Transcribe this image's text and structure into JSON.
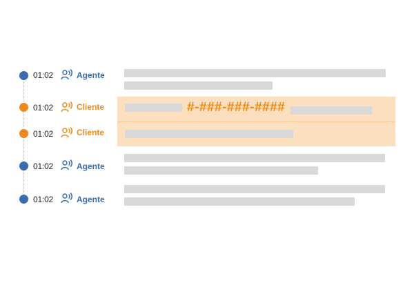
{
  "colors": {
    "agent": "#3a6bb0",
    "client": "#ec8a1e",
    "highlight": "#fbdfbe",
    "placeholder_bar": "#d9d9d9"
  },
  "icons": {
    "speaker": "speaker-voice-icon"
  },
  "transcript": [
    {
      "time": "01:02",
      "speaker": "Agente",
      "role": "agent"
    },
    {
      "time": "01:02",
      "speaker": "Cliente",
      "role": "client",
      "masked_text": "#-###-###-####"
    },
    {
      "time": "01:02",
      "speaker": "Cliente",
      "role": "client"
    },
    {
      "time": "01:02",
      "speaker": "Agente",
      "role": "agent"
    },
    {
      "time": "01:02",
      "speaker": "Agente",
      "role": "agent"
    }
  ]
}
